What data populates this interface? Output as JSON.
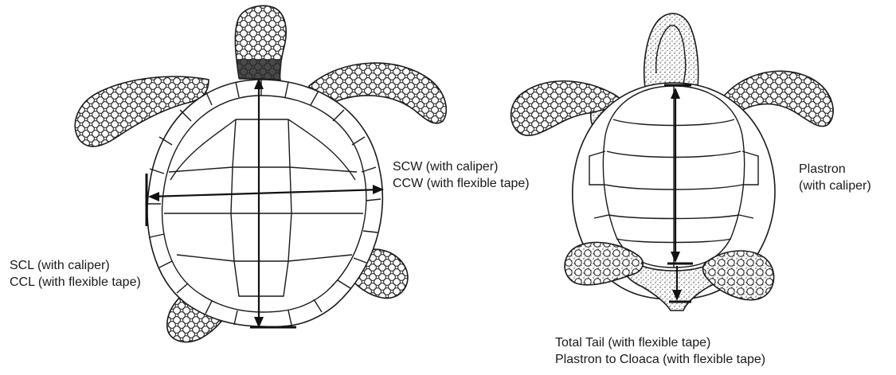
{
  "dorsal": {
    "length_label_1": "SCL (with caliper)",
    "length_label_2": "CCL (with flexible tape)",
    "width_label_1": "SCW (with caliper)",
    "width_label_2": "CCW (with flexible tape)"
  },
  "ventral": {
    "plastron_label_1": "Plastron",
    "plastron_label_2": "(with caliper)",
    "tail_label_1": "Total Tail (with flexible tape)",
    "tail_label_2": "Plastron to Cloaca (with flexible tape)"
  }
}
